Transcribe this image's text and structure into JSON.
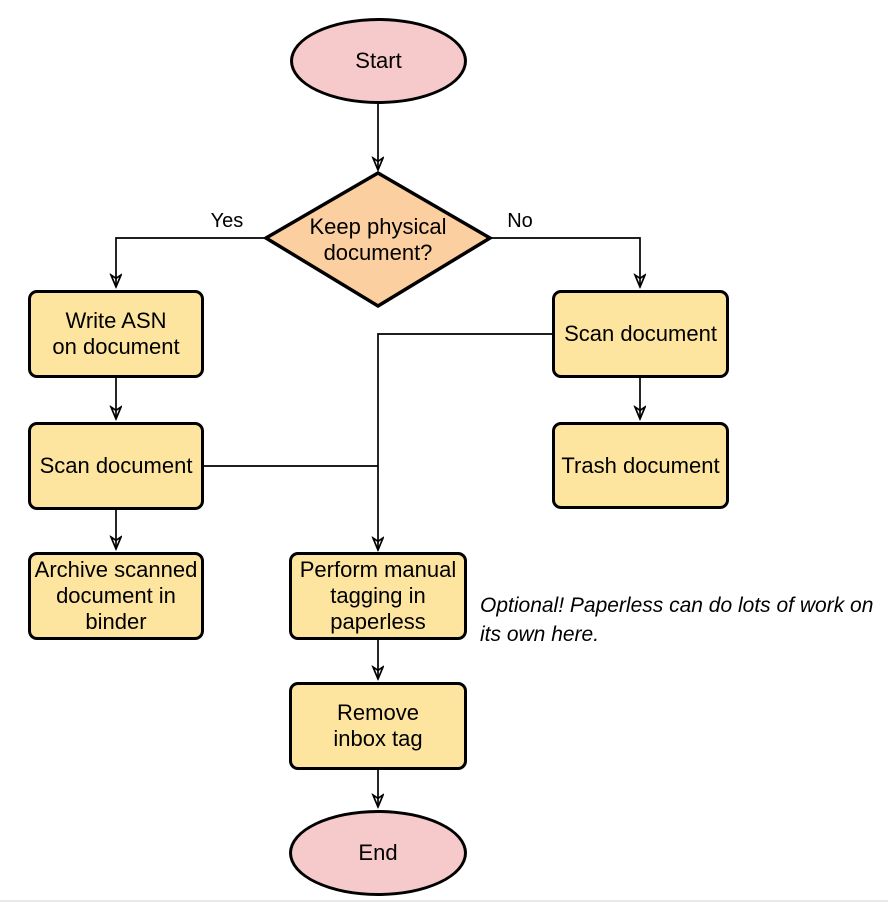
{
  "palette": {
    "terminal_fill": "#f6caca",
    "decision_fill": "#fbcf9f",
    "process_fill": "#fde49f",
    "node_stroke": "#000000",
    "edge_stroke": "#000000",
    "text_color": "#000000",
    "divider_color": "#e8e8e8"
  },
  "flowchart": {
    "nodes": {
      "start": {
        "label": "Start",
        "shape": "ellipse"
      },
      "decision": {
        "label": "Keep physical\ndocument?",
        "shape": "diamond"
      },
      "write_asn": {
        "label": "Write ASN\non document",
        "shape": "rect"
      },
      "scan_left": {
        "label": "Scan document",
        "shape": "rect"
      },
      "archive": {
        "label": "Archive scanned\ndocument in\nbinder",
        "shape": "rect"
      },
      "scan_right": {
        "label": "Scan document",
        "shape": "rect"
      },
      "trash": {
        "label": "Trash document",
        "shape": "rect"
      },
      "tagging": {
        "label": "Perform manual\ntagging in\npaperless",
        "shape": "rect"
      },
      "remove_inbox": {
        "label": "Remove\ninbox tag",
        "shape": "rect"
      },
      "end": {
        "label": "End",
        "shape": "ellipse"
      }
    },
    "edge_labels": {
      "yes": "Yes",
      "no": "No"
    },
    "annotation": "Optional! Paperless can do lots of work on\nits own here."
  }
}
